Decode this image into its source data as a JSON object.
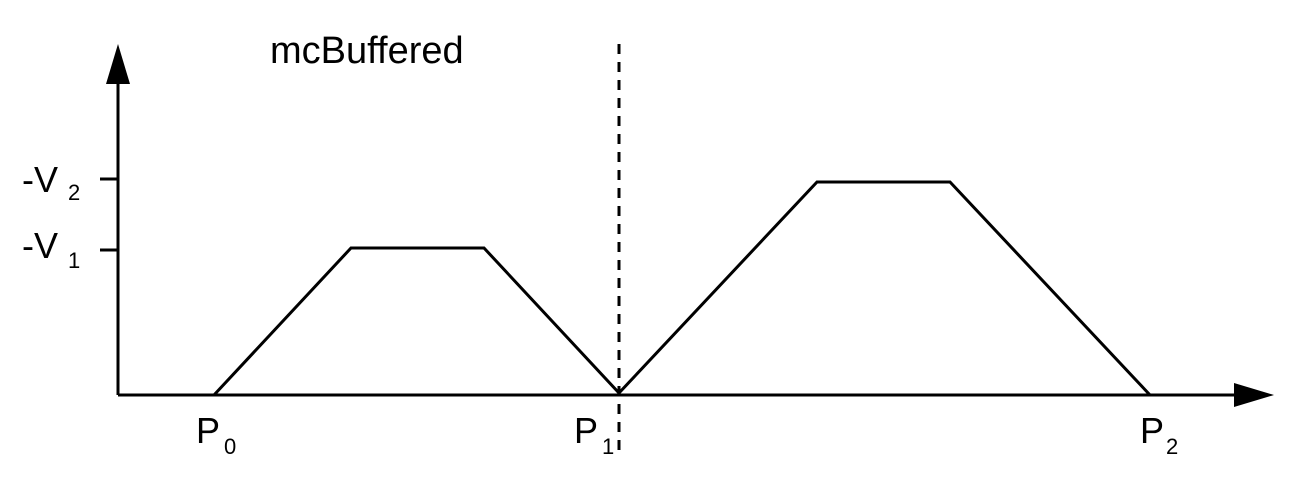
{
  "title": "mcBuffered",
  "y_labels": [
    {
      "main": "-V",
      "sub": "2"
    },
    {
      "main": "-V",
      "sub": "1"
    }
  ],
  "x_labels": [
    {
      "main": "P",
      "sub": "0"
    },
    {
      "main": "P",
      "sub": "1"
    },
    {
      "main": "P",
      "sub": "2"
    }
  ],
  "colors": {
    "stroke": "#000000",
    "background": "#ffffff"
  }
}
